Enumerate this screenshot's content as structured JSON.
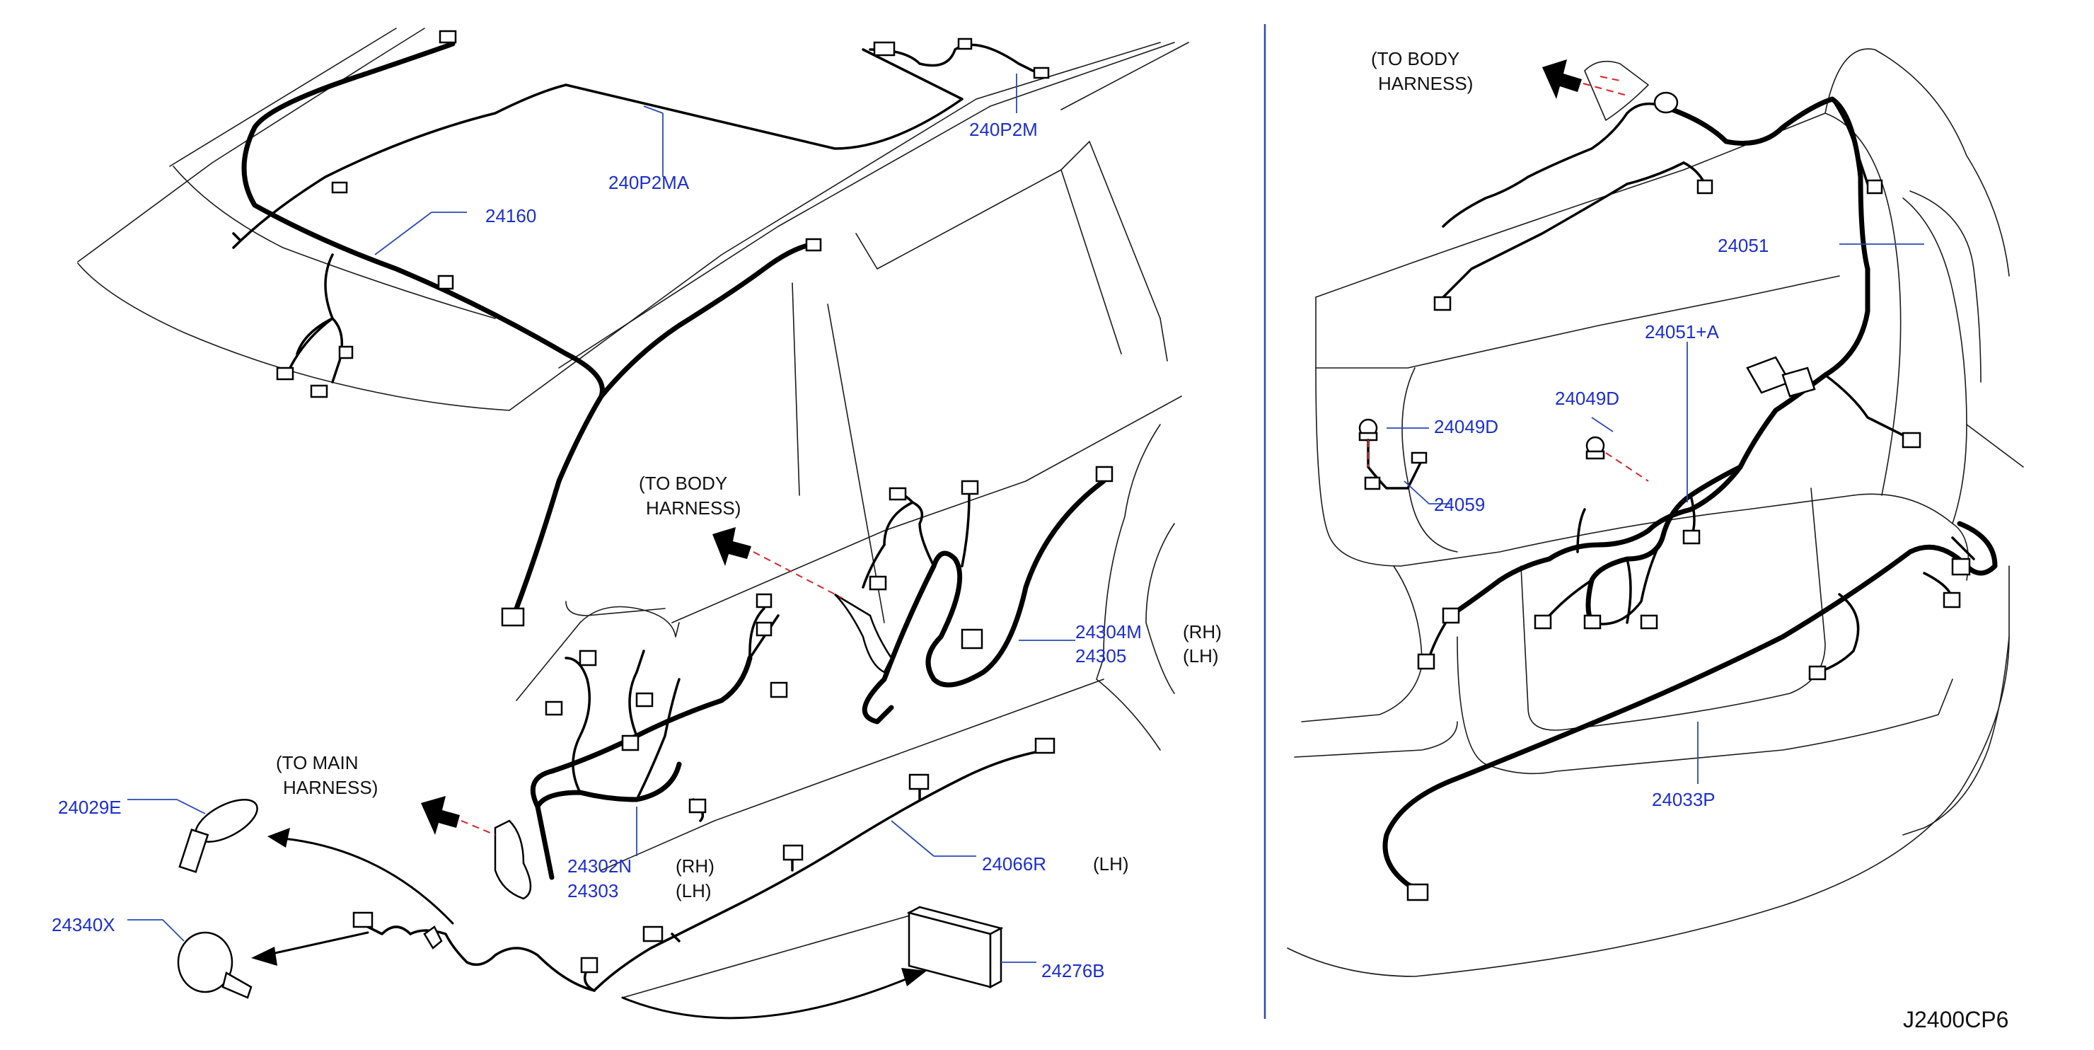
{
  "diagram_code": "J2400CP6",
  "notes": {
    "to_body_harness_left": [
      "(TO BODY",
      "HARNESS)"
    ],
    "to_main_harness": [
      "(TO MAIN",
      "HARNESS)"
    ],
    "to_body_harness_right": [
      "(TO BODY",
      "HARNESS)"
    ]
  },
  "parts": {
    "p240P2MA": "240P2MA",
    "p240P2M": "240P2M",
    "p24160": "24160",
    "p24304M": "24304M",
    "p24305": "24305",
    "p24302N": "24302N",
    "p24303": "24303",
    "p24066R": "24066R",
    "p24029E": "24029E",
    "p24340X": "24340X",
    "p24276B": "24276B",
    "p24051": "24051",
    "p24051A": "24051+A",
    "p24049D_a": "24049D",
    "p24049D_b": "24049D",
    "p24059": "24059",
    "p24033P": "24033P"
  },
  "side": {
    "rh": "(RH)",
    "lh": "(LH)"
  },
  "colors": {
    "label_blue": "#1b2ed1",
    "leader_blue": "#2a49b8",
    "dash_red": "#dd2222"
  }
}
